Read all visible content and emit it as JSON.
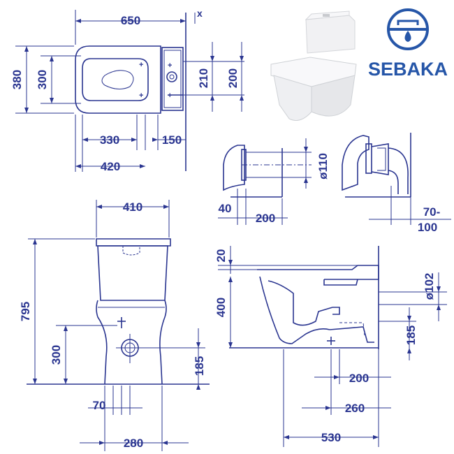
{
  "brand": {
    "name": "SEBAKA",
    "color": "#2656a8"
  },
  "line_color": "#2a3590",
  "top_view": {
    "width": "650",
    "depth": "380",
    "bowl_depth": "300",
    "outlet_from_bowl": "330",
    "outlet_from_wall": "150",
    "fixing_from_front": "420",
    "fixing_spacing": "210",
    "fixing_height_range": "200",
    "axis_marker": "x"
  },
  "outlet_details": {
    "pipe_diameter": "ø110",
    "spigot": "40",
    "connector_length": "200",
    "wall_offset_line1": "70-",
    "wall_offset_line2": "100"
  },
  "front_view": {
    "tank_width": "410",
    "total_height": "795",
    "seat_height": "300",
    "outlet_height": "185",
    "fixing_offset": "70",
    "base_width": "280"
  },
  "side_view": {
    "lid_gap": "20",
    "bowl_height": "400",
    "outlet_diameter": "ø102",
    "outlet_height": "185",
    "outlet_depth": "200",
    "fixing_depth": "260",
    "total_depth": "530"
  }
}
